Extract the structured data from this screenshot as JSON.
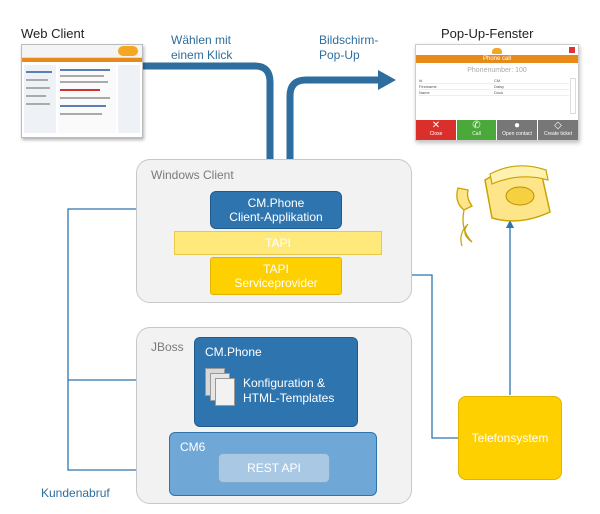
{
  "labels": {
    "web_client": "Web Client",
    "click_label": "Wählen mit\neinem Klick",
    "screen_popup": "Bildschirm-\nPop-Up",
    "popup_window": "Pop-Up-Fenster",
    "kundenabruf": "Kundenabruf"
  },
  "windows_client": {
    "title": "Windows Client",
    "client_app": "CM.Phone\nClient-Applikation",
    "tapi": "TAPI",
    "tapi_sp": "TAPI\nServiceprovider"
  },
  "jboss": {
    "title": "JBoss",
    "cmphone_title": "CM.Phone",
    "config": "Konfiguration &\nHTML-Templates",
    "cm6_title": "CM6",
    "rest_api": "REST API"
  },
  "telefonsystem": "Telefonsystem",
  "popup": {
    "header": "Phone call",
    "phonenumber": "Phonenumber: 100",
    "rows": [
      [
        "Id",
        "CM"
      ],
      [
        "Firstname",
        "Daisy"
      ],
      [
        "Name",
        "Duck"
      ]
    ],
    "buttons": [
      "Close",
      "Call",
      "Open contact",
      "Create ticket"
    ]
  },
  "colors": {
    "blue": "#2e75b0",
    "yellow": "#ffd000",
    "arrow": "#2e75b0",
    "dark_arrow": "#2e6e9e"
  }
}
